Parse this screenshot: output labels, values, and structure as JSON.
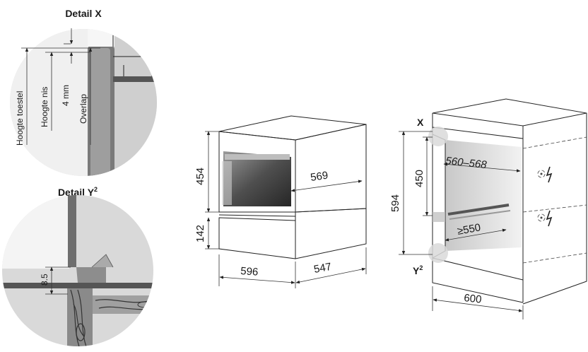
{
  "detail_x": {
    "title": "Detail X",
    "label_appliance_height": "Hoogte toestel",
    "label_niche_height": "Hoogte nis",
    "label_4mm": "4 mm",
    "label_overlap": "Overlap"
  },
  "detail_y": {
    "title": "Detail Y",
    "title_sup": "2",
    "dim": "8.5"
  },
  "oven": {
    "height_oven": "454",
    "height_drawer": "142",
    "depth_inner": "569",
    "width": "596",
    "depth": "547"
  },
  "niche": {
    "marker_x": "X",
    "marker_y": "Y",
    "marker_y_sup": "2",
    "height_total": "594",
    "height_niche": "450",
    "depth_range": "560–568",
    "depth_min": "≥550",
    "width": "600"
  },
  "colors": {
    "circle_fill": "#d9d9d9",
    "panel_dark": "#6e6e6e",
    "wood": "#8a8a8a",
    "line": "#222222"
  },
  "icons": [
    "power-icon",
    "power-icon"
  ]
}
